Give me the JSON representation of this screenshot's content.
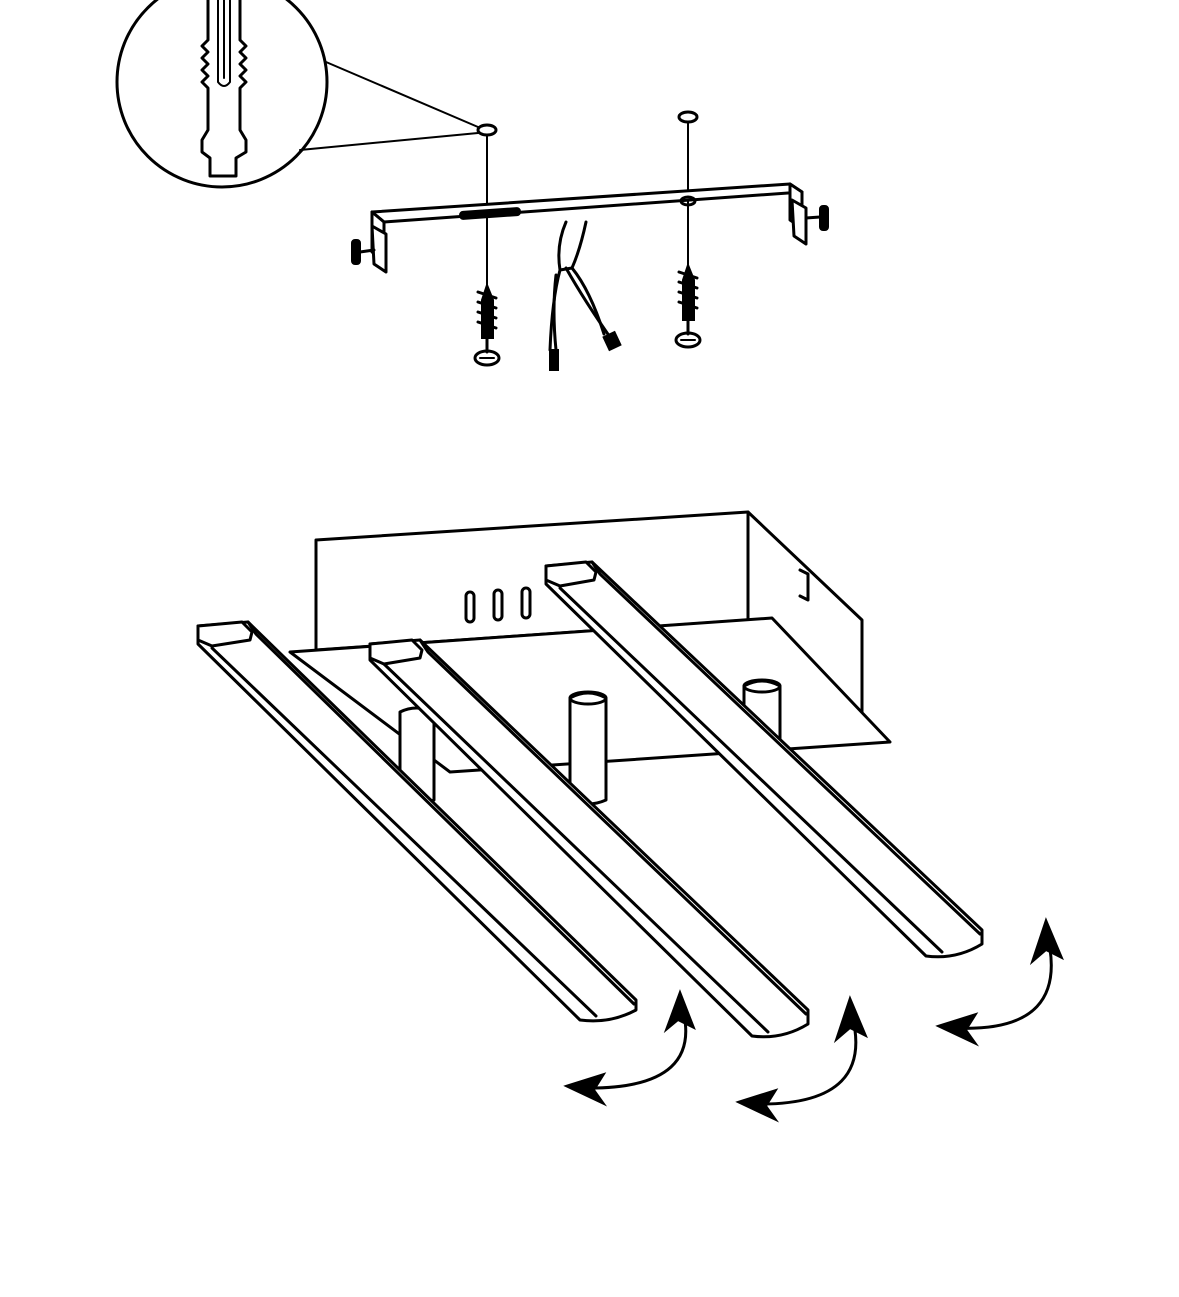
{
  "figure": {
    "kind": "line-art assembly instruction",
    "background": "#ffffff",
    "stroke": "#000000",
    "steps": [
      {
        "name": "ceiling-mounting",
        "parts": [
          "wall-plug-detail",
          "mounting-bracket",
          "screw-left",
          "screw-right",
          "power-cable"
        ]
      },
      {
        "name": "adjust-light-bars",
        "parts": [
          "canopy-housing",
          "light-bar-left",
          "light-bar-middle",
          "light-bar-right",
          "swivel-arrows"
        ]
      }
    ]
  }
}
